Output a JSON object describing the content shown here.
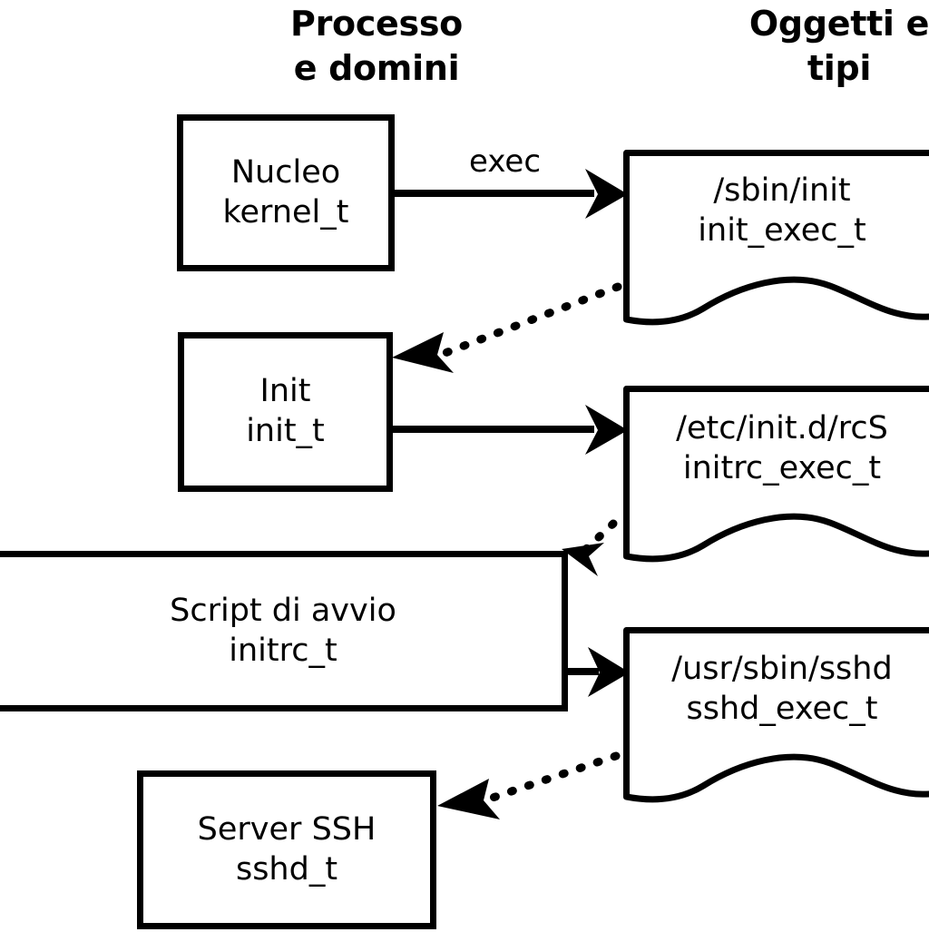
{
  "diagram": {
    "title_left": "Processo\ne domini",
    "title_right": "Oggetti e\ntipi",
    "colors": {
      "stroke": "#000000",
      "fill": "#ffffff",
      "text": "#000000"
    }
  },
  "process_boxes": [
    {
      "id": "kernel",
      "label": "Nucleo\nkernel_t"
    },
    {
      "id": "init",
      "label": "Init\ninit_t"
    },
    {
      "id": "initrc",
      "label": "Script di avvio\ninitrc_t"
    },
    {
      "id": "sshd",
      "label": "Server SSH\nsshd_t"
    }
  ],
  "object_docs": [
    {
      "id": "init_exec",
      "label": "/sbin/init\ninit_exec_t"
    },
    {
      "id": "initrc_exec",
      "label": "/etc/init.d/rcS\ninitrc_exec_t"
    },
    {
      "id": "sshd_exec",
      "label": "/usr/sbin/sshd\nsshd_exec_t"
    }
  ],
  "edges": [
    {
      "id": "kernel-exec-init_exec",
      "label": "exec",
      "style": "solid",
      "from": "kernel",
      "to": "init_exec"
    },
    {
      "id": "init_exec-to-init",
      "label": "",
      "style": "dotted",
      "from": "init_exec",
      "to": "init"
    },
    {
      "id": "init-to-initrc_exec",
      "label": "",
      "style": "solid",
      "from": "init",
      "to": "initrc_exec"
    },
    {
      "id": "initrc_exec-to-initrc",
      "label": "",
      "style": "dotted",
      "from": "initrc_exec",
      "to": "initrc"
    },
    {
      "id": "initrc-to-sshd_exec",
      "label": "",
      "style": "solid",
      "from": "initrc",
      "to": "sshd_exec"
    },
    {
      "id": "sshd_exec-to-sshd",
      "label": "",
      "style": "dotted",
      "from": "sshd_exec",
      "to": "sshd"
    }
  ]
}
